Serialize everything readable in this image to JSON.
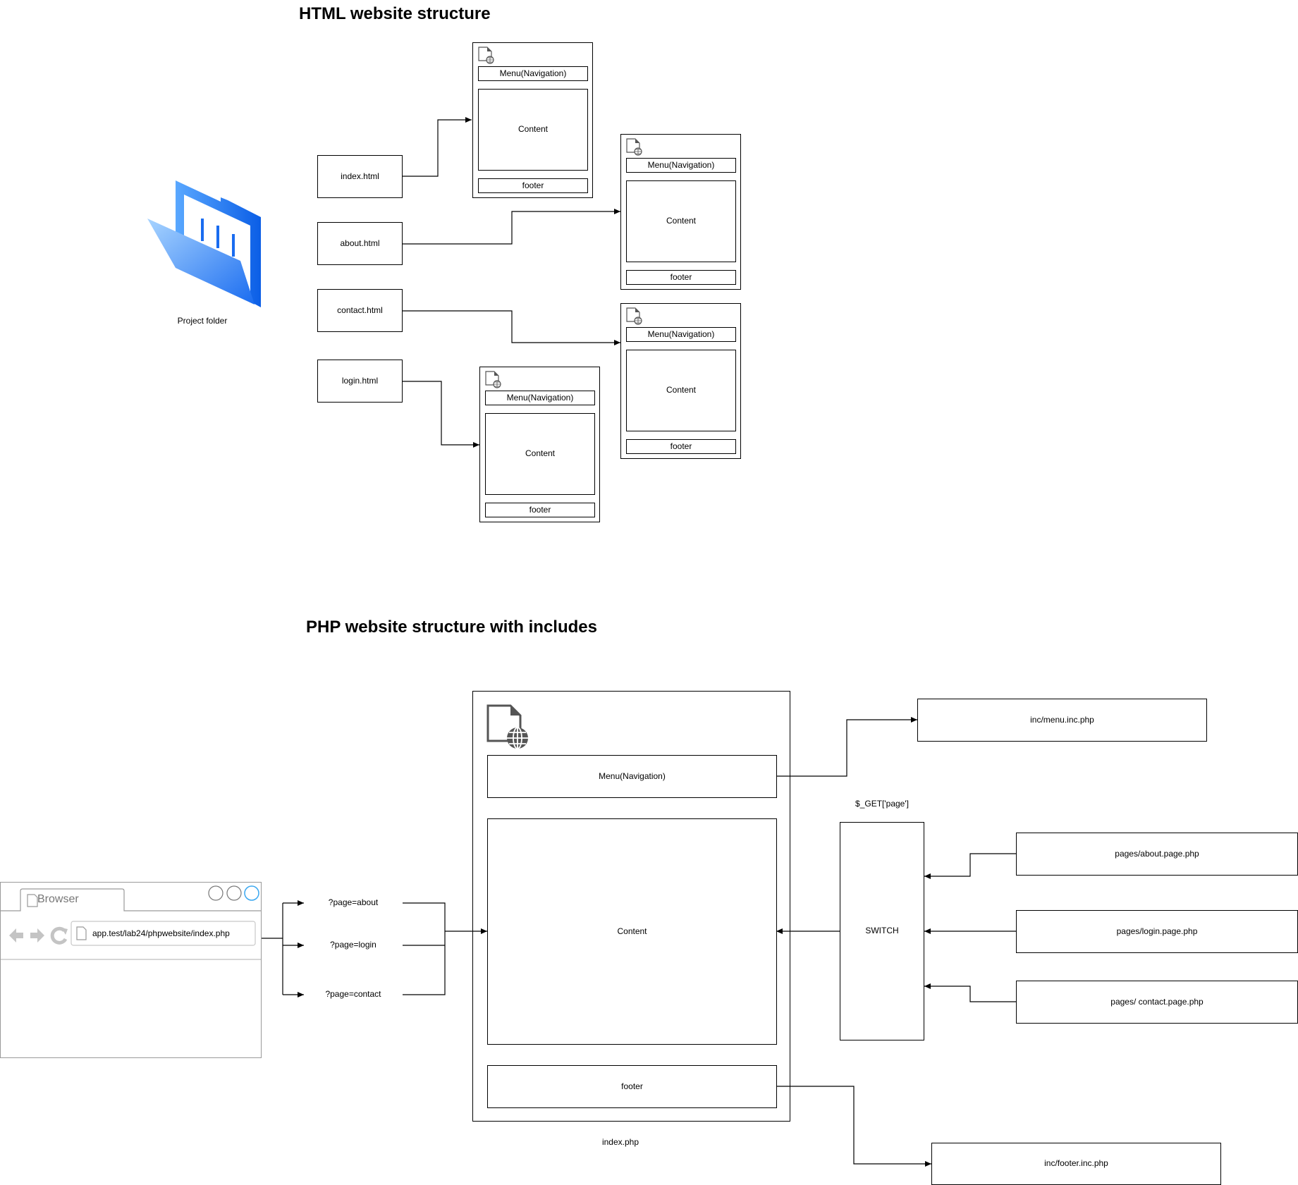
{
  "html_section": {
    "title": "HTML website structure",
    "folder_label": "Project folder",
    "files": [
      "index.html",
      "about.html",
      "contact.html",
      "login.html"
    ],
    "page_template": {
      "menu": "Menu(Navigation)",
      "content": "Content",
      "footer": "footer"
    }
  },
  "php_section": {
    "title": "PHP website structure with includes",
    "browser": {
      "tab": "Browser",
      "url": "app.test/lab24/phpwebsite/index.php"
    },
    "query_params": [
      "?page=about",
      "?page=login",
      "?page=contact"
    ],
    "index": {
      "menu": "Menu(Navigation)",
      "content": "Content",
      "footer": "footer",
      "caption": "index.php"
    },
    "switch": {
      "label": "SWITCH",
      "caption": "$_GET['page']"
    },
    "includes": {
      "menu": "inc/menu.inc.php",
      "footer": "inc/footer.inc.php"
    },
    "pages": [
      "pages/about.page.php",
      "pages/login.page.php",
      "pages/ contact.page.php"
    ]
  },
  "colors": {
    "folder_light": "#8ec5ff",
    "folder_dark": "#1a6cf0",
    "browser_accent": "#3aa7f0"
  }
}
